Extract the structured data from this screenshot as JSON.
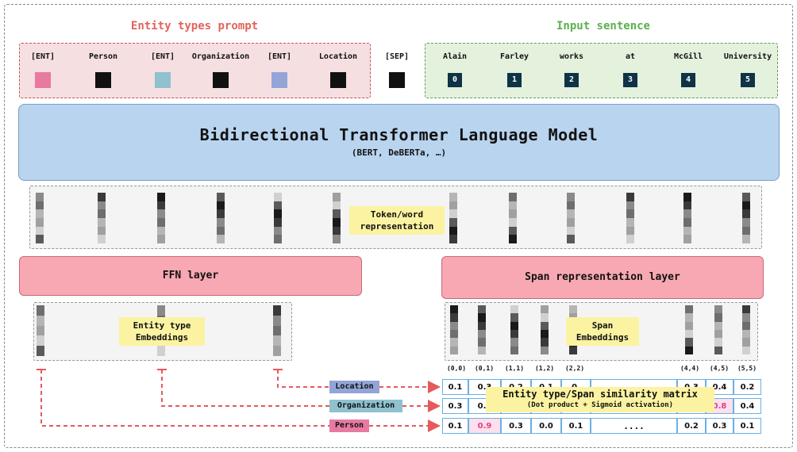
{
  "sections": {
    "prompt_title": "Entity types prompt",
    "sentence_title": "Input sentence"
  },
  "prompt_tokens": [
    {
      "label": "[ENT]",
      "color": "#e87aa1"
    },
    {
      "label": "Person",
      "color": "#111111"
    },
    {
      "label": "[ENT]",
      "color": "#8fc1cf"
    },
    {
      "label": "Organization",
      "color": "#111111"
    },
    {
      "label": "[ENT]",
      "color": "#93a5d8"
    },
    {
      "label": "Location",
      "color": "#111111"
    }
  ],
  "sep_token": {
    "label": "[SEP]",
    "color": "#111111"
  },
  "sentence_tokens": [
    {
      "word": "Alain",
      "index": "0"
    },
    {
      "word": "Farley",
      "index": "1"
    },
    {
      "word": "works",
      "index": "2"
    },
    {
      "word": "at",
      "index": "3"
    },
    {
      "word": "McGill",
      "index": "4"
    },
    {
      "word": "University",
      "index": "5"
    }
  ],
  "transformer": {
    "title": "Bidirectional Transformer Language Model",
    "subtitle": "(BERT, DeBERTa, …)"
  },
  "token_repr_label": "Token/word representation",
  "ffn_label": "FFN layer",
  "span_layer_label": "Span representation layer",
  "entity_emb_label": "Entity type Embeddings",
  "span_emb_label": "Span Embeddings",
  "span_labels": [
    "(0,0)",
    "(0,1)",
    "(1,1)",
    "(1,2)",
    "(2,2)",
    "(4,4)",
    "(4,5)",
    "(5,5)"
  ],
  "entity_tags": [
    {
      "label": "Location",
      "color": "#93a5d8"
    },
    {
      "label": "Organization",
      "color": "#8fc1cf"
    },
    {
      "label": "Person",
      "color": "#e87aa1"
    }
  ],
  "matrix": {
    "title": "Entity type/Span similarity matrix",
    "subtitle": "(Dot product + Sigmoid activation)",
    "ellipsis": "....",
    "rows": [
      [
        "0.1",
        "0.3",
        "0.2",
        "0.1",
        "0.",
        "0.3",
        "0.4",
        "0.2"
      ],
      [
        "0.3",
        "0.2",
        "0",
        "",
        "",
        "1",
        "0.8",
        "0.4"
      ],
      [
        "0.1",
        "0.9",
        "0.3",
        "0.0",
        "0.1",
        "0.2",
        "0.3",
        "0.1"
      ]
    ],
    "highlight": [
      [
        1,
        6
      ],
      [
        2,
        1
      ]
    ]
  },
  "colors": {
    "arrow": "#e6595c",
    "matrix_border": "#6ab0e6"
  }
}
